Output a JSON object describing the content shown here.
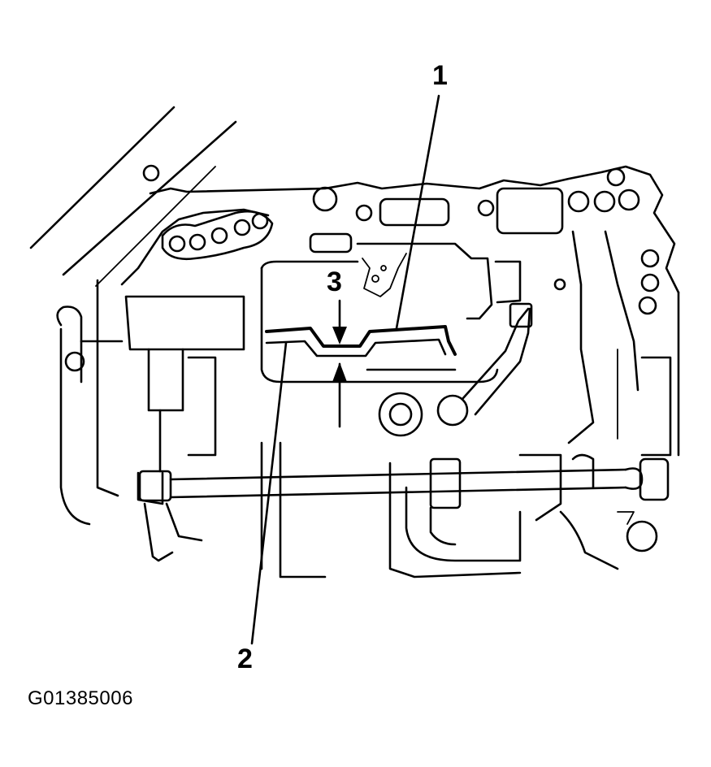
{
  "callouts": {
    "one": "1",
    "two": "2",
    "three": "3"
  },
  "figure_code": "G01385006",
  "icons": [
    "valve-body-drawing",
    "gasket-outline",
    "arrow-up-icon",
    "arrow-down-icon",
    "leader-line"
  ]
}
